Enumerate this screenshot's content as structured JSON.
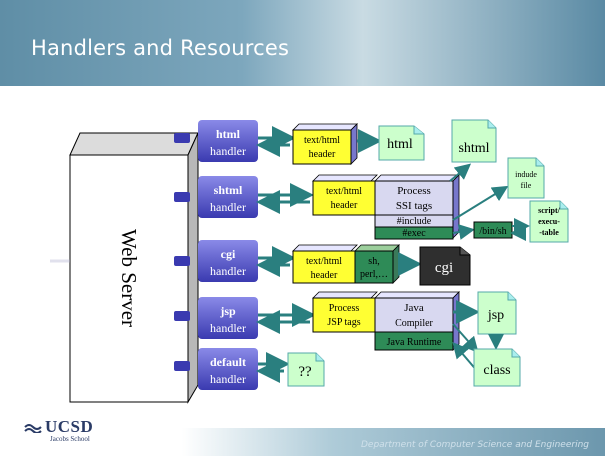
{
  "slide": {
    "title": "Handlers and Resources",
    "footer": "Department of Computer Science and Engineering",
    "logo": {
      "main": "UCSD",
      "sub": "Jacobs School"
    }
  },
  "server": {
    "label": "Web Server"
  },
  "handlers": [
    {
      "name": "html",
      "suffix": "handler"
    },
    {
      "name": "shtml",
      "suffix": "handler"
    },
    {
      "name": "cgi",
      "suffix": "handler"
    },
    {
      "name": "jsp",
      "suffix": "handler"
    },
    {
      "name": "default",
      "suffix": "handler"
    }
  ],
  "headers": [
    {
      "line1": "text/html",
      "line2": "header"
    },
    {
      "line1": "text/html",
      "line2": "header"
    },
    {
      "line1": "text/html",
      "line2": "header"
    },
    {
      "line1": "Process",
      "line2": "JSP tags"
    }
  ],
  "process": {
    "ssi": {
      "line1": "Process",
      "line2": "SSI tags"
    },
    "include": "#include",
    "exec": "#exec",
    "cgi_langs": {
      "line1": "sh,",
      "line2": "perl,…"
    },
    "java_compiler": {
      "line1": "Java",
      "line2": "Compiler"
    },
    "java_runtime": "Java Runtime",
    "binsh": "/bin/sh"
  },
  "docs": {
    "html": "html",
    "shtml": "shtml",
    "include_file": {
      "line1": "indude",
      "line2": "file"
    },
    "script": {
      "line1": "script/",
      "line2": "execu-",
      "line3": "-table"
    },
    "cgi": "cgi",
    "jsp": "jsp",
    "class": "class",
    "unknown": "??"
  },
  "colors": {
    "yellow_box": "#ffff33",
    "lavender_box": "#d8d8f0",
    "green_box": "#2e8b57",
    "doc_green": "#ccffcc",
    "arrow": "#2a7f7f",
    "handler": "#4040c0"
  }
}
